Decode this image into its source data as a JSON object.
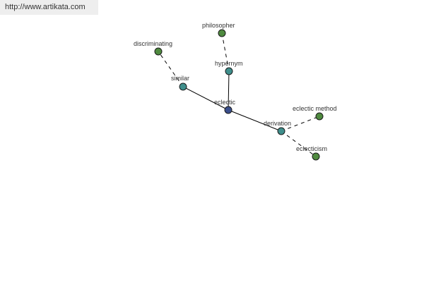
{
  "watermark": {
    "text": "http://www.artikata.com"
  },
  "graph": {
    "colors": {
      "center": "#3a4f8c",
      "relation": "#3f8f8c",
      "leaf": "#4f8a3f"
    },
    "nodes": [
      {
        "id": "eclectic",
        "label": "eclectic",
        "kind": "center"
      },
      {
        "id": "similar",
        "label": "similar",
        "kind": "relation"
      },
      {
        "id": "hypernym",
        "label": "hypernym",
        "kind": "relation"
      },
      {
        "id": "derivation",
        "label": "derivation",
        "kind": "relation"
      },
      {
        "id": "discriminating",
        "label": "discriminating",
        "kind": "leaf"
      },
      {
        "id": "philosopher",
        "label": "philosopher",
        "kind": "leaf"
      },
      {
        "id": "eclectic-method",
        "label": "eclectic method",
        "kind": "leaf"
      },
      {
        "id": "eclecticism",
        "label": "eclecticism",
        "kind": "leaf"
      }
    ],
    "edges": [
      {
        "from": "eclectic",
        "to": "similar",
        "style": "solid"
      },
      {
        "from": "eclectic",
        "to": "hypernym",
        "style": "solid"
      },
      {
        "from": "eclectic",
        "to": "derivation",
        "style": "solid"
      },
      {
        "from": "similar",
        "to": "discriminating",
        "style": "dashed"
      },
      {
        "from": "hypernym",
        "to": "philosopher",
        "style": "dashed"
      },
      {
        "from": "derivation",
        "to": "eclectic-method",
        "style": "dashed"
      },
      {
        "from": "derivation",
        "to": "eclecticism",
        "style": "dashed"
      }
    ]
  }
}
